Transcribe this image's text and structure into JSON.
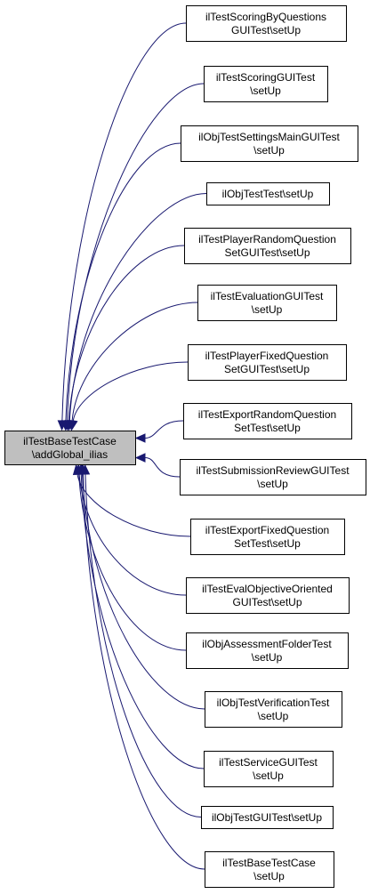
{
  "diagram": {
    "root": {
      "line1": "ilTestBaseTestCase",
      "line2": "\\addGlobal_ilias",
      "fill": "#bfbfbf"
    },
    "callers": [
      {
        "line1": "ilTestScoringByQuestions",
        "line2": "GUITest\\setUp"
      },
      {
        "line1": "ilTestScoringGUITest",
        "line2": "\\setUp"
      },
      {
        "line1": "ilObjTestSettingsMainGUITest",
        "line2": "\\setUp"
      },
      {
        "line1": "ilObjTestTest\\setUp",
        "line2": ""
      },
      {
        "line1": "ilTestPlayerRandomQuestion",
        "line2": "SetGUITest\\setUp"
      },
      {
        "line1": "ilTestEvaluationGUITest",
        "line2": "\\setUp"
      },
      {
        "line1": "ilTestPlayerFixedQuestion",
        "line2": "SetGUITest\\setUp"
      },
      {
        "line1": "ilTestExportRandomQuestion",
        "line2": "SetTest\\setUp"
      },
      {
        "line1": "ilTestSubmissionReviewGUITest",
        "line2": "\\setUp"
      },
      {
        "line1": "ilTestExportFixedQuestion",
        "line2": "SetTest\\setUp"
      },
      {
        "line1": "ilTestEvalObjectiveOriented",
        "line2": "GUITest\\setUp"
      },
      {
        "line1": "ilObjAssessmentFolderTest",
        "line2": "\\setUp"
      },
      {
        "line1": "ilObjTestVerificationTest",
        "line2": "\\setUp"
      },
      {
        "line1": "ilTestServiceGUITest",
        "line2": "\\setUp"
      },
      {
        "line1": "ilObjTestGUITest\\setUp",
        "line2": ""
      },
      {
        "line1": "ilTestBaseTestCase",
        "line2": "\\setUp"
      }
    ],
    "colors": {
      "edge": "#191970",
      "node_border": "#000000",
      "node_fill": "#ffffff"
    }
  }
}
